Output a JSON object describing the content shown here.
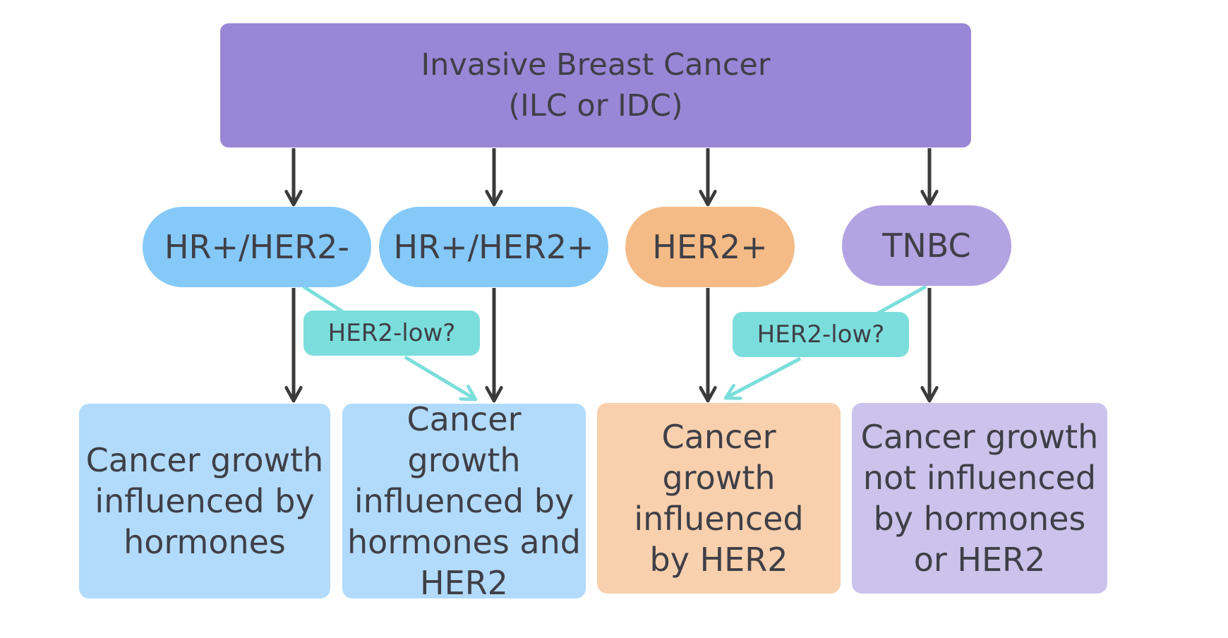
{
  "diagram": {
    "root": {
      "line1": "Invasive Breast Cancer",
      "line2": "(ILC or IDC)"
    },
    "subtypes": {
      "hr_pos_her2_neg": "HR+/HER2-",
      "hr_pos_her2_pos": "HR+/HER2+",
      "her2_pos": "HER2+",
      "tnbc": "TNBC"
    },
    "her2_low_tags": {
      "left": "HER2-low?",
      "right": "HER2-low?"
    },
    "outcomes": {
      "hr_pos_her2_neg": "Cancer growth influenced by hormones",
      "hr_pos_her2_pos": "Cancer growth influenced by hormones and HER2",
      "her2_pos": "Cancer growth influenced by HER2",
      "tnbc": "Cancer growth not influenced by hormones or HER2"
    },
    "colors": {
      "root": "#9887d6",
      "hr_pill": "#85c9f8",
      "her2_pill": "#f5bb86",
      "tnbc_pill": "#b2a3e2",
      "tag": "#7bdedc",
      "hr_box": "#b2dbfb",
      "her2_box": "#f8d0ad",
      "tnbc_box": "#cbc3eb",
      "arrow": "#3b3b3b",
      "tag_arrow": "#7bdedc"
    }
  }
}
